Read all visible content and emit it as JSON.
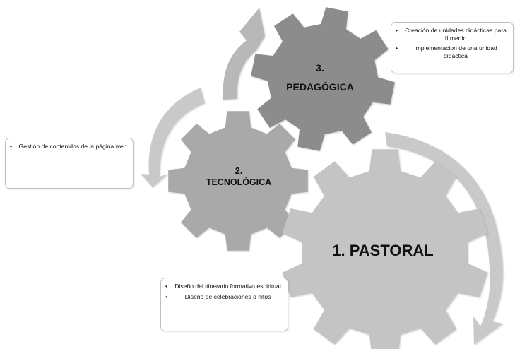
{
  "colors": {
    "gear_pastoral": "#c4c4c4",
    "gear_tecnologica": "#a9a9a9",
    "gear_pedagogica": "#8c8c8c",
    "arrow": "#c9c9c9",
    "arrow_top": "#b8b8b8",
    "box_border": "#bfbfbf"
  },
  "gears": [
    {
      "id": "pastoral",
      "label": "1. PASTORAL"
    },
    {
      "id": "tecnologica",
      "number": "2.",
      "label": "TECNOLÓGICA"
    },
    {
      "id": "pedagogica",
      "number": "3.",
      "label": "PEDAGÓGICA"
    }
  ],
  "notes": {
    "pedagogica": [
      "Creación de unidades didácticas para II medio",
      "Implementacion de una unidad didáctica"
    ],
    "tecnologica": [
      "Gestión de contenidos de la página web"
    ],
    "pastoral": [
      "Diseño del itinerario formativo espiritual",
      "Diseño de celebraciones o hitos"
    ]
  }
}
